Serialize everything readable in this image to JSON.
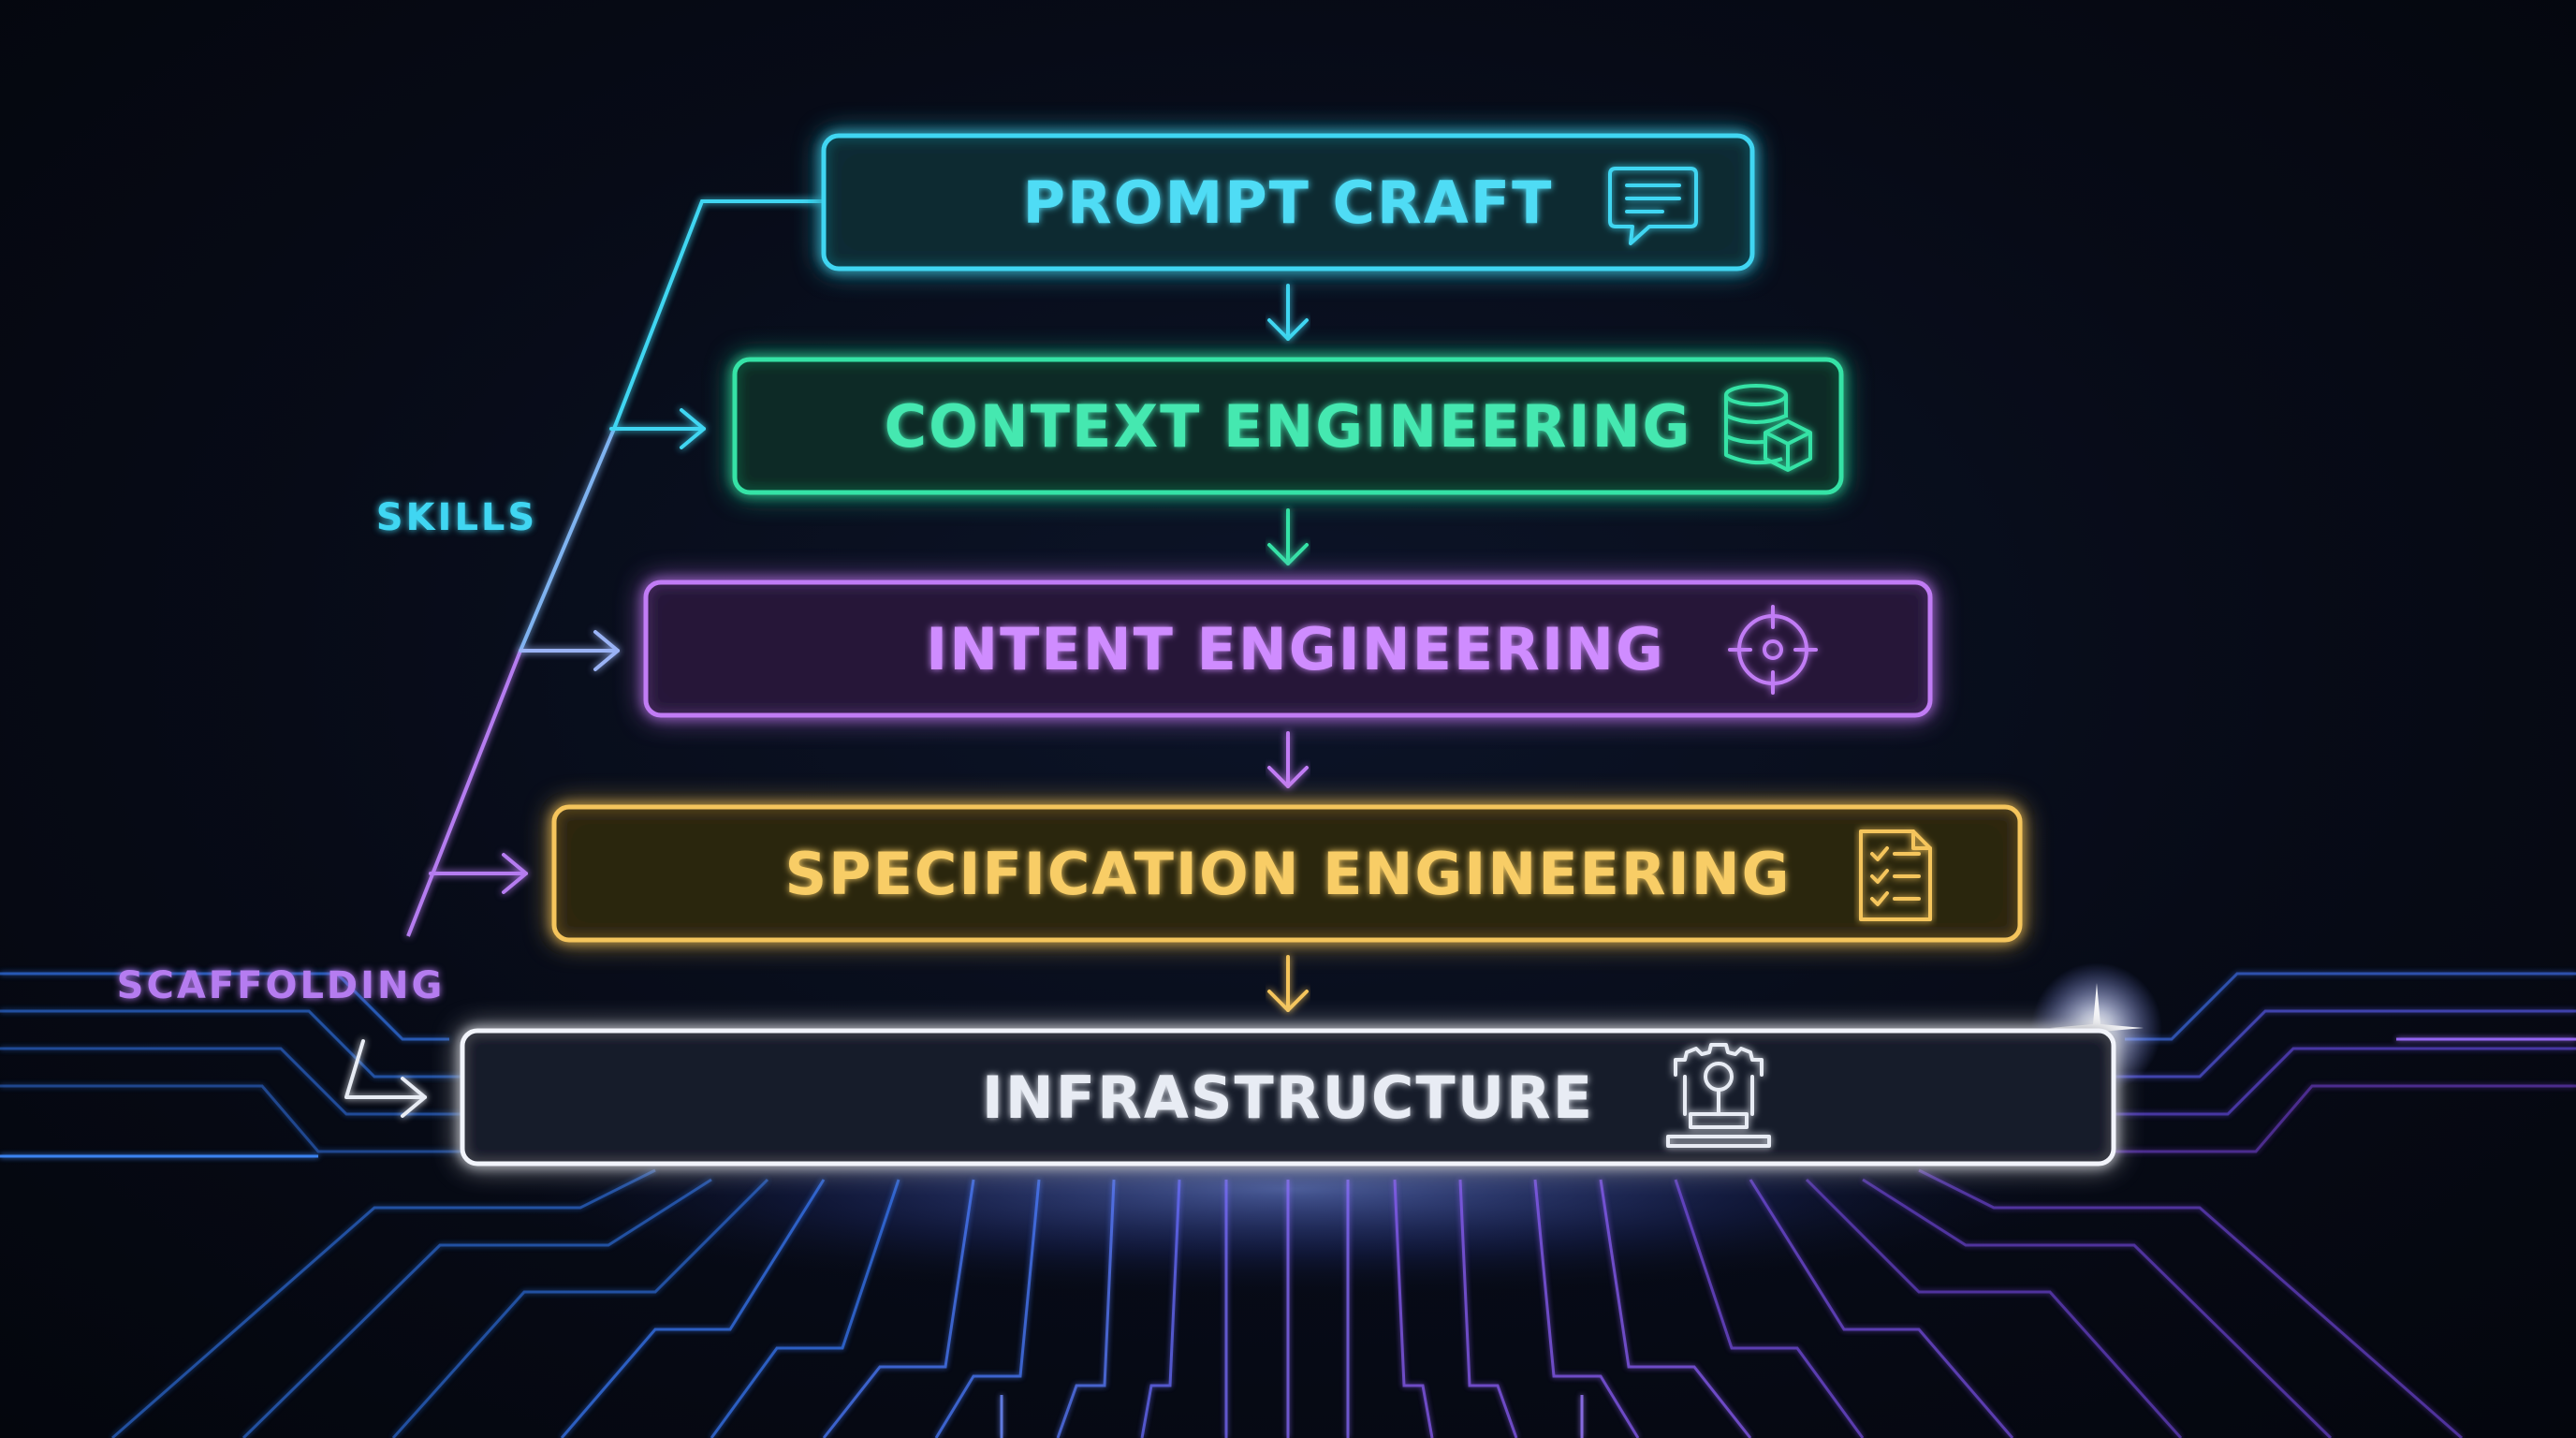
{
  "diagram": {
    "side_labels": {
      "skills": "SKILLS",
      "scaffolding": "SCAFFOLDING"
    },
    "tiers": [
      {
        "label": "PROMPT CRAFT",
        "icon": "chat-bubble-icon",
        "color": "#3fd6f2"
      },
      {
        "label": "CONTEXT ENGINEERING",
        "icon": "database-cube-icon",
        "color": "#36e3a6"
      },
      {
        "label": "INTENT ENGINEERING",
        "icon": "target-crosshair-icon",
        "color": "#c17cf5"
      },
      {
        "label": "SPECIFICATION ENGINEERING",
        "icon": "checklist-document-icon",
        "color": "#f5c55c"
      },
      {
        "label": "INFRASTRUCTURE",
        "icon": "gear-server-icon",
        "color": "#e8ecf4"
      }
    ],
    "colors": {
      "background": "#060a16",
      "skills": "#3fd6f2",
      "scaffolding": "#b57cf0",
      "circuit_blue": "#2f7dff",
      "circuit_purple": "#8b5cf6"
    }
  }
}
